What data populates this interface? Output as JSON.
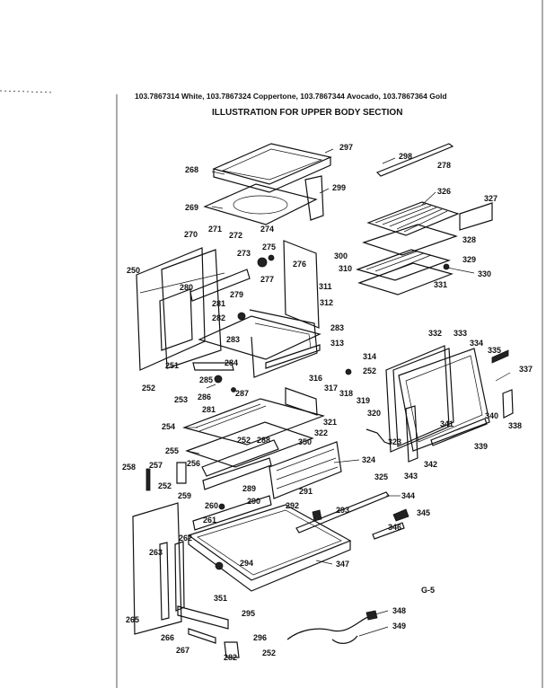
{
  "header": {
    "models": "103.7867314 White, 103.7867324 Coppertone, 103.7867344 Avocado, 103.7867364 Gold",
    "title": "ILLUSTRATION FOR UPPER BODY SECTION"
  },
  "page_code": "G-5",
  "labels": [
    {
      "id": "l297",
      "text": "297"
    },
    {
      "id": "l298",
      "text": "298"
    },
    {
      "id": "l278",
      "text": "278"
    },
    {
      "id": "l268",
      "text": "268"
    },
    {
      "id": "l299",
      "text": "299"
    },
    {
      "id": "l326",
      "text": "326"
    },
    {
      "id": "l327",
      "text": "327"
    },
    {
      "id": "l269",
      "text": "269"
    },
    {
      "id": "l274",
      "text": "274"
    },
    {
      "id": "l328",
      "text": "328"
    },
    {
      "id": "l270",
      "text": "270"
    },
    {
      "id": "l271",
      "text": "271"
    },
    {
      "id": "l272",
      "text": "272"
    },
    {
      "id": "l275",
      "text": "275"
    },
    {
      "id": "l300",
      "text": "300"
    },
    {
      "id": "l273",
      "text": "273"
    },
    {
      "id": "l276",
      "text": "276"
    },
    {
      "id": "l310",
      "text": "310"
    },
    {
      "id": "l329",
      "text": "329"
    },
    {
      "id": "l330",
      "text": "330"
    },
    {
      "id": "l250",
      "text": "250"
    },
    {
      "id": "l277",
      "text": "277"
    },
    {
      "id": "l311",
      "text": "311"
    },
    {
      "id": "l331",
      "text": "331"
    },
    {
      "id": "l280",
      "text": "280"
    },
    {
      "id": "l279",
      "text": "279"
    },
    {
      "id": "l312",
      "text": "312"
    },
    {
      "id": "l281a",
      "text": "281"
    },
    {
      "id": "l282a",
      "text": "282"
    },
    {
      "id": "l283a",
      "text": "283"
    },
    {
      "id": "l283b",
      "text": "283"
    },
    {
      "id": "l313",
      "text": "313"
    },
    {
      "id": "l332",
      "text": "332"
    },
    {
      "id": "l333",
      "text": "333"
    },
    {
      "id": "l334",
      "text": "334"
    },
    {
      "id": "l335",
      "text": "335"
    },
    {
      "id": "l314",
      "text": "314"
    },
    {
      "id": "l337",
      "text": "337"
    },
    {
      "id": "l284",
      "text": "284"
    },
    {
      "id": "l251",
      "text": "251"
    },
    {
      "id": "l252a",
      "text": "252"
    },
    {
      "id": "l285",
      "text": "285"
    },
    {
      "id": "l316",
      "text": "316"
    },
    {
      "id": "l252b",
      "text": "252"
    },
    {
      "id": "l317",
      "text": "317"
    },
    {
      "id": "l286",
      "text": "286"
    },
    {
      "id": "l287",
      "text": "287"
    },
    {
      "id": "l318",
      "text": "318"
    },
    {
      "id": "l253",
      "text": "253"
    },
    {
      "id": "l319",
      "text": "319"
    },
    {
      "id": "l281b",
      "text": "281"
    },
    {
      "id": "l320",
      "text": "320"
    },
    {
      "id": "l341",
      "text": "341"
    },
    {
      "id": "l340",
      "text": "340"
    },
    {
      "id": "l321",
      "text": "321"
    },
    {
      "id": "l338",
      "text": "338"
    },
    {
      "id": "l254",
      "text": "254"
    },
    {
      "id": "l322",
      "text": "322"
    },
    {
      "id": "l323",
      "text": "323"
    },
    {
      "id": "l339",
      "text": "339"
    },
    {
      "id": "l252c",
      "text": "252"
    },
    {
      "id": "l288a",
      "text": "288"
    },
    {
      "id": "l350",
      "text": "350"
    },
    {
      "id": "l255",
      "text": "255"
    },
    {
      "id": "l324",
      "text": "324"
    },
    {
      "id": "l342",
      "text": "342"
    },
    {
      "id": "l256",
      "text": "256"
    },
    {
      "id": "l258",
      "text": "258"
    },
    {
      "id": "l257",
      "text": "257"
    },
    {
      "id": "l325",
      "text": "325"
    },
    {
      "id": "l343",
      "text": "343"
    },
    {
      "id": "l252d",
      "text": "252"
    },
    {
      "id": "l289",
      "text": "289"
    },
    {
      "id": "l291",
      "text": "291"
    },
    {
      "id": "l344",
      "text": "344"
    },
    {
      "id": "l259",
      "text": "259"
    },
    {
      "id": "l290",
      "text": "290"
    },
    {
      "id": "l260",
      "text": "260"
    },
    {
      "id": "l292",
      "text": "292"
    },
    {
      "id": "l345",
      "text": "345"
    },
    {
      "id": "l293",
      "text": "293"
    },
    {
      "id": "l261",
      "text": "261"
    },
    {
      "id": "l346",
      "text": "346"
    },
    {
      "id": "l262",
      "text": "262"
    },
    {
      "id": "l263",
      "text": "263"
    },
    {
      "id": "l294",
      "text": "294"
    },
    {
      "id": "l347",
      "text": "347"
    },
    {
      "id": "l351",
      "text": "351"
    },
    {
      "id": "l295",
      "text": "295"
    },
    {
      "id": "l348",
      "text": "348"
    },
    {
      "id": "l265",
      "text": "265"
    },
    {
      "id": "l349",
      "text": "349"
    },
    {
      "id": "l266",
      "text": "266"
    },
    {
      "id": "l296",
      "text": "296"
    },
    {
      "id": "l267",
      "text": "267"
    },
    {
      "id": "l282b",
      "text": "282"
    },
    {
      "id": "l252e",
      "text": "252"
    }
  ]
}
